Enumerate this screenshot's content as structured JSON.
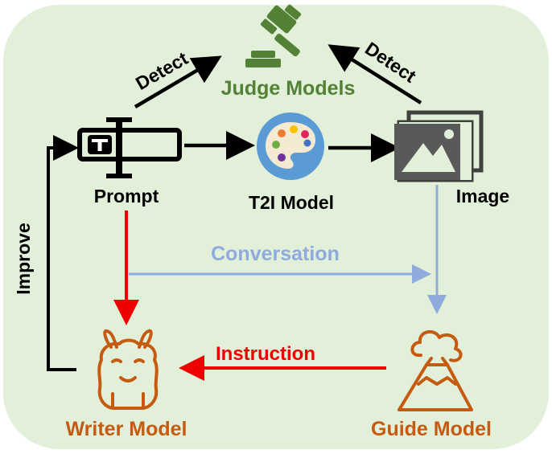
{
  "nodes": {
    "judge": {
      "label": "Judge Models",
      "color": "#538135"
    },
    "prompt": {
      "label": "Prompt",
      "color": "#000000"
    },
    "t2i": {
      "label": "T2I Model",
      "color": "#000000"
    },
    "image": {
      "label": "Image",
      "color": "#000000"
    },
    "writer": {
      "label": "Writer Model",
      "color": "#c55a11"
    },
    "guide": {
      "label": "Guide Model",
      "color": "#c55a11"
    }
  },
  "edges": {
    "detect_left": {
      "label": "Detect",
      "color": "#000000"
    },
    "detect_right": {
      "label": "Detect",
      "color": "#000000"
    },
    "conversation": {
      "label": "Conversation",
      "color": "#8faadc"
    },
    "instruction": {
      "label": "Instruction",
      "color": "#ee0000"
    },
    "improve": {
      "label": "Improve",
      "color": "#000000"
    }
  },
  "colors": {
    "panel_background": "#e2f0d9",
    "red_arrow": "#ee0000",
    "blue_arrow": "#8faadc",
    "icon_orange": "#c55a11",
    "icon_green": "#538135",
    "t2i_circle": "#5b9bd5"
  },
  "icons": {
    "judge": "gavel-icon",
    "prompt": "text-cursor-input-icon",
    "t2i": "palette-icon",
    "image": "image-stack-icon",
    "writer": "llama-icon",
    "guide": "volcano-icon"
  }
}
